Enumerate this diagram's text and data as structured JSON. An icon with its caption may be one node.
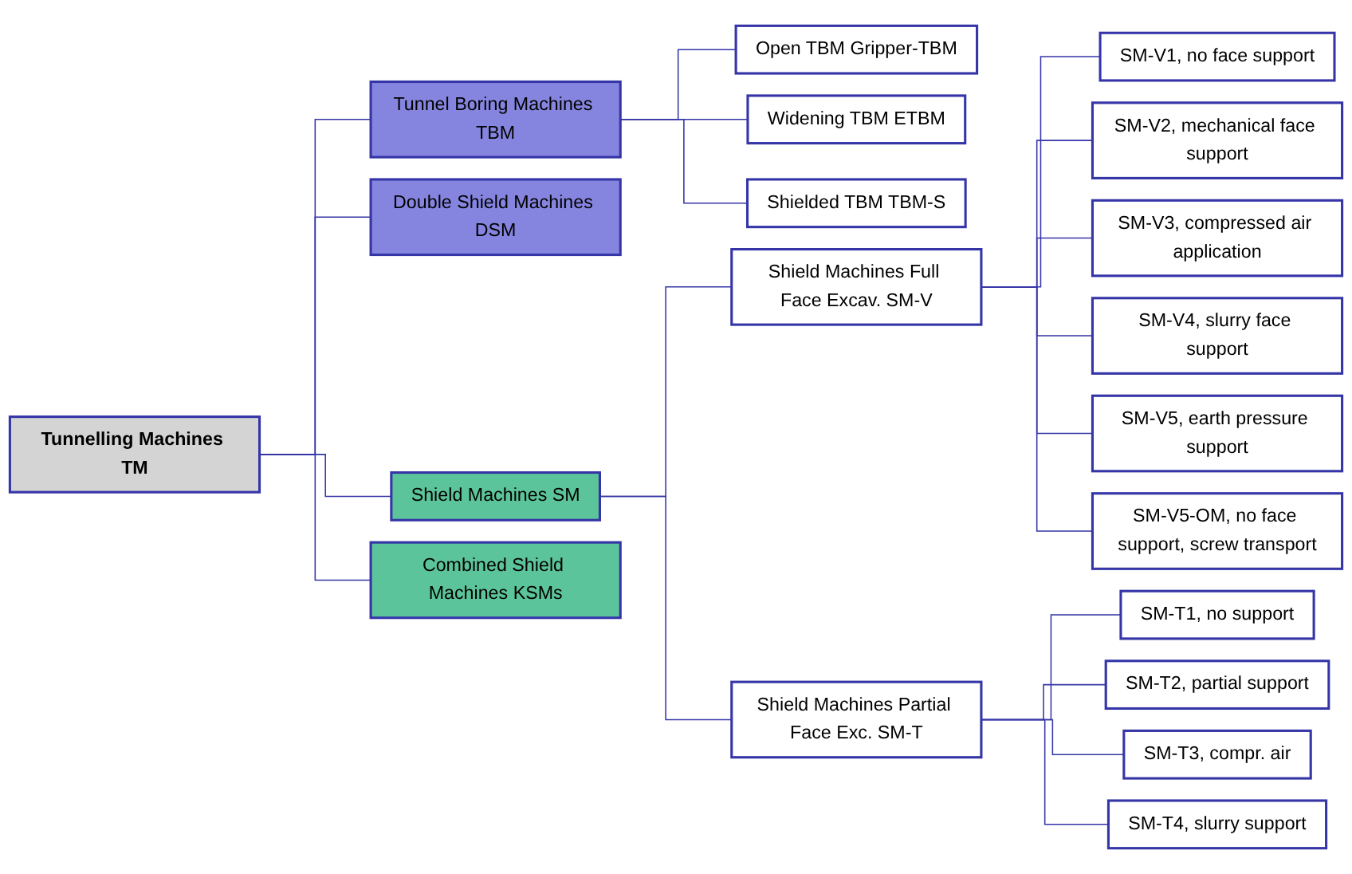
{
  "diagram": {
    "nodes": [
      {
        "text": [
          "Tunnelling Machines TM"
        ]
      },
      {
        "text": [
          "Tunnel Boring Machines TBM"
        ]
      },
      {
        "text": [
          "Double Shield Machines DSM"
        ]
      },
      {
        "text": [
          "Shield Machines SM"
        ]
      },
      {
        "text": [
          "Combined Shield Machines KSMs"
        ]
      },
      {
        "text": [
          "Open TBM Gripper-TBM"
        ]
      },
      {
        "text": [
          "Widening TBM ETBM"
        ]
      },
      {
        "text": [
          "Shielded TBM TBM-S"
        ]
      },
      {
        "text": [
          "Shield Machines Full Face Excav. SM-V"
        ]
      },
      {
        "text": [
          "Shield Machines Partial Face Exc. SM-T"
        ]
      },
      {
        "text": [
          "SM-V1, no face support"
        ]
      },
      {
        "text": [
          "SM-V2, mechanical face support"
        ]
      },
      {
        "text": [
          "SM-V3, compressed air application"
        ]
      },
      {
        "text": [
          "SM-V4, slurry face support"
        ]
      },
      {
        "text": [
          "SM-V5, earth pressure support"
        ]
      },
      {
        "text": [
          "SM-V5-OM, no face support, screw transport"
        ]
      },
      {
        "text": [
          "SM-T1, no support"
        ]
      },
      {
        "text": [
          "SM-T2, partial support"
        ]
      },
      {
        "text": [
          "SM-T3, compr. air"
        ]
      },
      {
        "text": [
          "SM-T4, slurry support"
        ]
      }
    ],
    "edges": [
      {
        "from": 0,
        "to": 1,
        "arrow": "none"
      },
      {
        "from": 0,
        "to": 2,
        "arrow": "none"
      },
      {
        "from": 0,
        "to": 3,
        "arrow": "none"
      },
      {
        "from": 0,
        "to": 4,
        "arrow": "none"
      },
      {
        "from": 1,
        "to": 5,
        "arrow": "none"
      },
      {
        "from": 1,
        "to": 6,
        "arrow": "none"
      },
      {
        "from": 1,
        "to": 7,
        "arrow": "none"
      },
      {
        "from": 3,
        "to": 8,
        "arrow": "none"
      },
      {
        "from": 3,
        "to": 9,
        "arrow": "none"
      },
      {
        "from": 8,
        "to": 10,
        "arrow": "none"
      },
      {
        "from": 8,
        "to": 11,
        "arrow": "none"
      },
      {
        "from": 8,
        "to": 12,
        "arrow": "none"
      },
      {
        "from": 8,
        "to": 13,
        "arrow": "none"
      },
      {
        "from": 8,
        "to": 14,
        "arrow": "none"
      },
      {
        "from": 8,
        "to": 15,
        "arrow": "none"
      },
      {
        "from": 9,
        "to": 16,
        "arrow": "none"
      },
      {
        "from": 9,
        "to": 17,
        "arrow": "none"
      },
      {
        "from": 9,
        "to": 18,
        "arrow": "none"
      },
      {
        "from": 9,
        "to": 19,
        "arrow": "none"
      }
    ]
  }
}
